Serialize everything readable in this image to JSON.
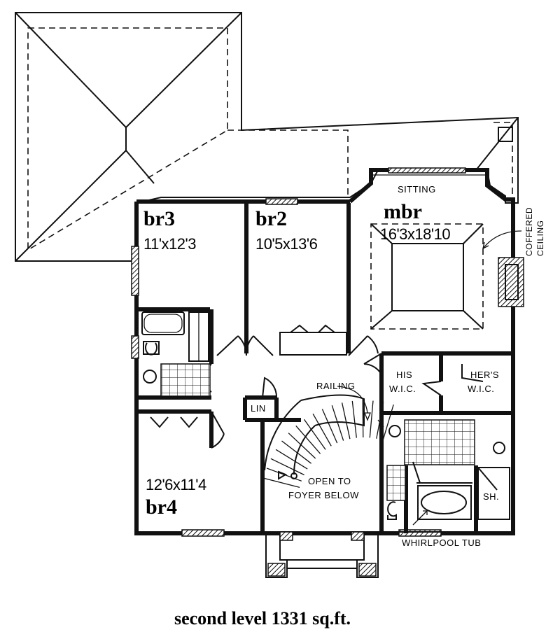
{
  "rooms": {
    "br3": {
      "name": "br3",
      "size": "11'x12'3"
    },
    "br2": {
      "name": "br2",
      "size": "10'5x13'6"
    },
    "mbr": {
      "name": "mbr",
      "size": "16'3x18'10"
    },
    "br4": {
      "name": "br4",
      "size": "12'6x11'4"
    }
  },
  "labels": {
    "sitting": "SITTING",
    "coffered": "COFFERED",
    "ceiling": "CEILING",
    "his": "HIS",
    "hers": "HER'S",
    "wic": "W.I.C.",
    "lin": "LIN",
    "railing": "RAILING",
    "open_to": "OPEN TO",
    "foyer_below": "FOYER BELOW",
    "shower": "SH.",
    "whirlpool": "WHIRLPOOL TUB"
  },
  "caption": "second level 1331 sq.ft."
}
